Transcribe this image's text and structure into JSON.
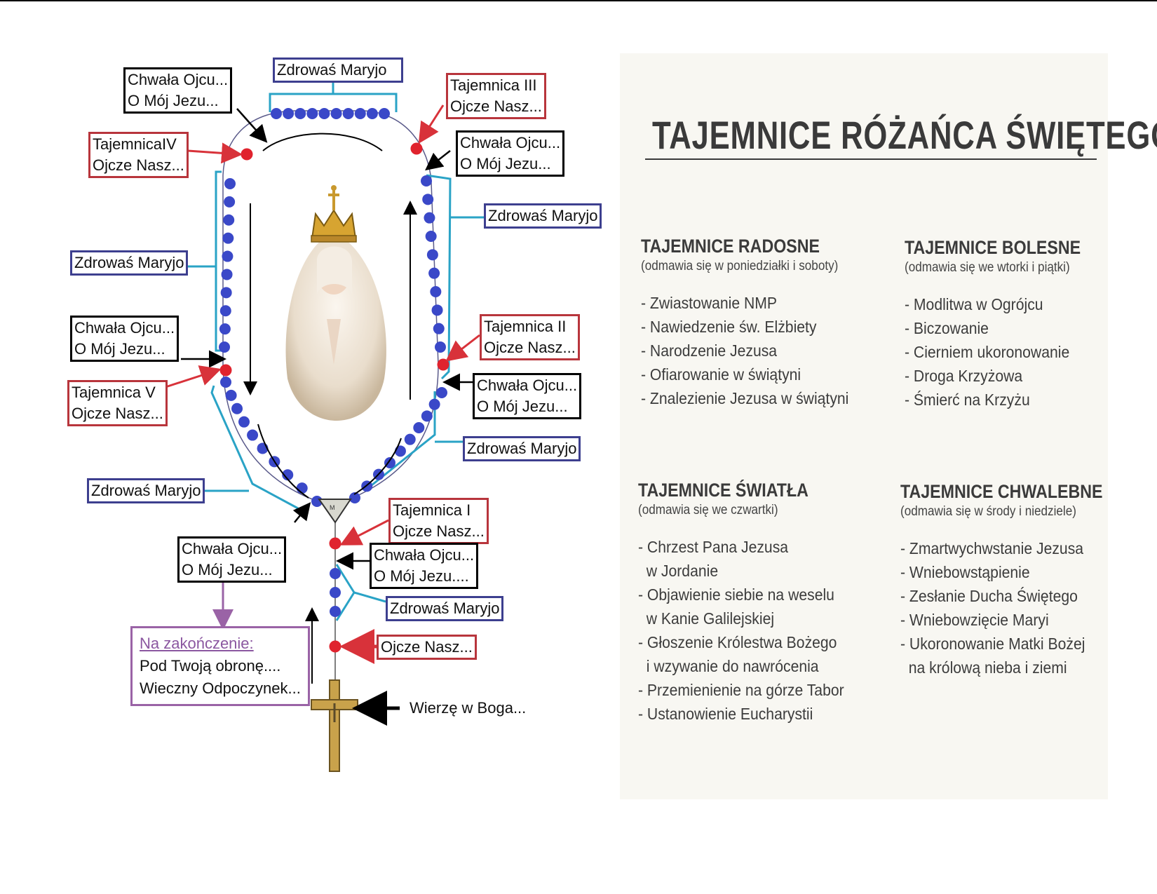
{
  "rosary": {
    "chwala1": [
      "Chwała Ojcu...",
      "O Mój Jezu..."
    ],
    "zdrowas_top": "Zdrowaś Maryjo",
    "tajemnica3": [
      "Tajemnica III",
      "Ojcze Nasz..."
    ],
    "tajemnica4": [
      "TajemnicaIV",
      "Ojcze Nasz..."
    ],
    "chwala2": [
      "Chwała Ojcu...",
      "O Mój Jezu..."
    ],
    "zdrowas_right_upper": "Zdrowaś Maryjo",
    "zdrowas_left_upper": "Zdrowaś Maryjo",
    "chwala3": [
      "Chwała Ojcu...",
      "O Mój Jezu..."
    ],
    "tajemnica2": [
      "Tajemnica II",
      "Ojcze Nasz..."
    ],
    "tajemnica5": [
      "Tajemnica V",
      "Ojcze Nasz..."
    ],
    "chwala4": [
      "Chwała Ojcu...",
      "O Mój Jezu..."
    ],
    "zdrowas_right_lower": "Zdrowaś Maryjo",
    "zdrowas_left_lower": "Zdrowaś Maryjo",
    "tajemnica1": [
      "Tajemnica I",
      "Ojcze Nasz..."
    ],
    "chwala5": [
      "Chwała Ojcu...",
      "O Mój Jezu..."
    ],
    "chwala6": [
      "Chwała Ojcu...",
      "O Mój Jezu...."
    ],
    "zdrowas_stem": "Zdrowaś Maryjo",
    "ojcze_stem": "Ojcze Nasz...",
    "zakonczenie": {
      "heading": "Na zakończenie:",
      "lines": [
        "Pod Twoją obronę....",
        "Wieczny Odpoczynek..."
      ]
    },
    "wierze": "Wierzę w Boga..."
  },
  "card": {
    "title": "TAJEMNICE RÓŻAŃCA ŚWIĘTEGO",
    "sections": [
      {
        "heading": "TAJEMNICE RADOSNE",
        "subtitle": "(odmawia się w poniedziałki i soboty)",
        "items": [
          "- Zwiastowanie NMP",
          "- Nawiedzenie św. Elżbiety",
          "- Narodzenie Jezusa",
          "- Ofiarowanie w świątyni",
          "- Znalezienie Jezusa w świątyni"
        ]
      },
      {
        "heading": "TAJEMNICE BOLESNE",
        "subtitle": "(odmawia się we wtorki i piątki)",
        "items": [
          "- Modlitwa w Ogrójcu",
          "- Biczowanie",
          "- Cierniem ukoronowanie",
          "- Droga Krzyżowa",
          "- Śmierć na Krzyżu"
        ]
      },
      {
        "heading": "TAJEMNICE ŚWIATŁA",
        "subtitle": "(odmawia się we czwartki)",
        "items": [
          "- Chrzest Pana Jezusa",
          "  w Jordanie",
          "- Objawienie siebie na weselu",
          "  w Kanie Galilejskiej",
          "- Głoszenie Królestwa Bożego",
          "  i wzywanie do nawrócenia",
          "- Przemienienie na górze Tabor",
          "- Ustanowienie Eucharystii"
        ]
      },
      {
        "heading": "TAJEMNICE CHWALEBNE",
        "subtitle": "(odmawia się w środy i niedziele)",
        "items": [
          "- Zmartwychwstanie Jezusa",
          "- Wniebowstąpienie",
          "- Zesłanie Ducha Świętego",
          "- Wniebowzięcie Maryi",
          "- Ukoronowanie Matki Bożej",
          "  na królową nieba i ziemi"
        ]
      }
    ]
  },
  "colors": {
    "bead_blue": "#3a48c8",
    "bead_red": "#e0232e",
    "bracket_cyan": "#2aa3c6",
    "box_red": "#b8353c",
    "box_blue": "#3d3f8f",
    "box_purple": "#9a63a6",
    "arrow_red": "#d8323a",
    "arrow_purple": "#9a63a6",
    "cross_gold": "#c9a24b"
  }
}
